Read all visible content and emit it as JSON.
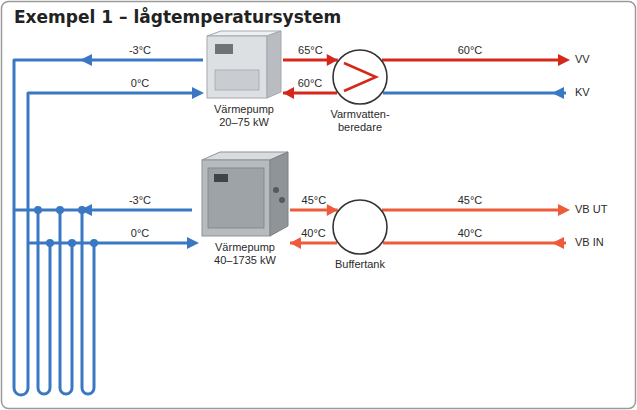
{
  "diagram": {
    "title": "Exempel 1 – lågtemperatursystem",
    "nodes": [
      {
        "text": [
          "Värmepump 20–75 kW"
        ]
      },
      {
        "text": [
          "Varmvatten- beredare"
        ]
      },
      {
        "text": [
          "Värmepump 40–1735 kW"
        ]
      },
      {
        "text": [
          "Buffertank"
        ]
      }
    ],
    "edges": [
      {
        "from": 0,
        "to": 1,
        "arrow": "to",
        "label": "65°C"
      },
      {
        "from": 1,
        "to": 0,
        "arrow": "to",
        "label": "60°C"
      },
      {
        "from": 2,
        "to": 3,
        "arrow": "to",
        "label": "45°C"
      },
      {
        "from": 3,
        "to": 2,
        "arrow": "to",
        "label": "40°C"
      }
    ],
    "labels": [
      "-3°C",
      "60°C",
      "VV",
      "0°C",
      "KV",
      "-3°C",
      "45°C",
      "VB UT",
      "0°C",
      "40°C",
      "VB IN"
    ]
  }
}
